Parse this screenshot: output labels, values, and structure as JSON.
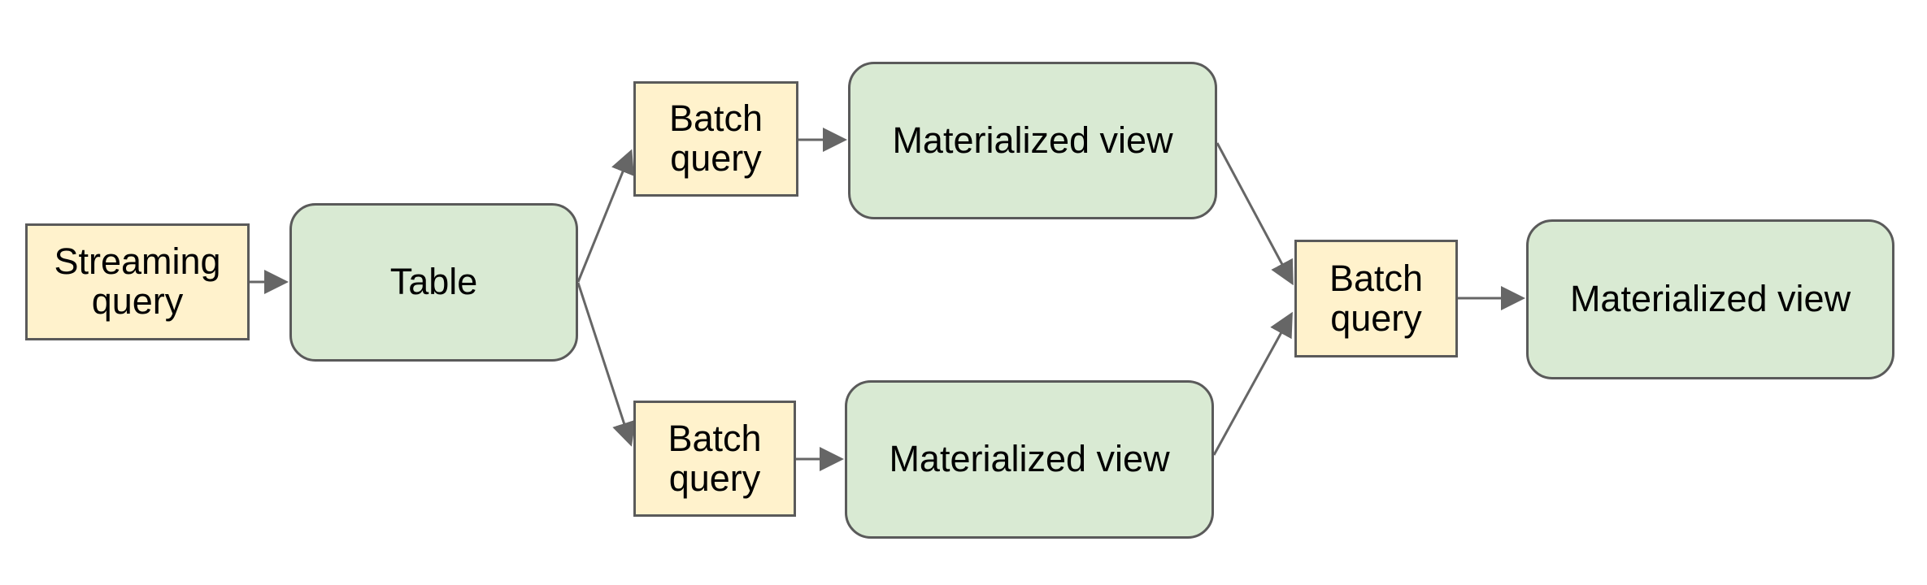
{
  "diagram": {
    "nodes": [
      {
        "id": "streaming-query",
        "label": "Streaming query",
        "shape": "rectangle",
        "role": "query"
      },
      {
        "id": "table",
        "label": "Table",
        "shape": "rounded-rectangle",
        "role": "view"
      },
      {
        "id": "batch-query-top",
        "label": "Batch query",
        "shape": "rectangle",
        "role": "query"
      },
      {
        "id": "materialized-view-top",
        "label": "Materialized view",
        "shape": "rounded-rectangle",
        "role": "view"
      },
      {
        "id": "batch-query-bottom",
        "label": "Batch query",
        "shape": "rectangle",
        "role": "query"
      },
      {
        "id": "materialized-view-bottom",
        "label": "Materialized view",
        "shape": "rounded-rectangle",
        "role": "view"
      },
      {
        "id": "batch-query-merge",
        "label": "Batch query",
        "shape": "rectangle",
        "role": "query"
      },
      {
        "id": "materialized-view-final",
        "label": "Materialized view",
        "shape": "rounded-rectangle",
        "role": "view"
      }
    ],
    "edges": [
      {
        "from": "streaming-query",
        "to": "table"
      },
      {
        "from": "table",
        "to": "batch-query-top"
      },
      {
        "from": "table",
        "to": "batch-query-bottom"
      },
      {
        "from": "batch-query-top",
        "to": "materialized-view-top"
      },
      {
        "from": "batch-query-bottom",
        "to": "materialized-view-bottom"
      },
      {
        "from": "materialized-view-top",
        "to": "batch-query-merge"
      },
      {
        "from": "materialized-view-bottom",
        "to": "batch-query-merge"
      },
      {
        "from": "batch-query-merge",
        "to": "materialized-view-final"
      }
    ],
    "colors": {
      "background": "#ffffff",
      "query_fill": "#fff2cc",
      "view_fill": "#d9ead3",
      "border": "#5a5a5a",
      "arrow": "#666666",
      "text": "#000000"
    }
  }
}
